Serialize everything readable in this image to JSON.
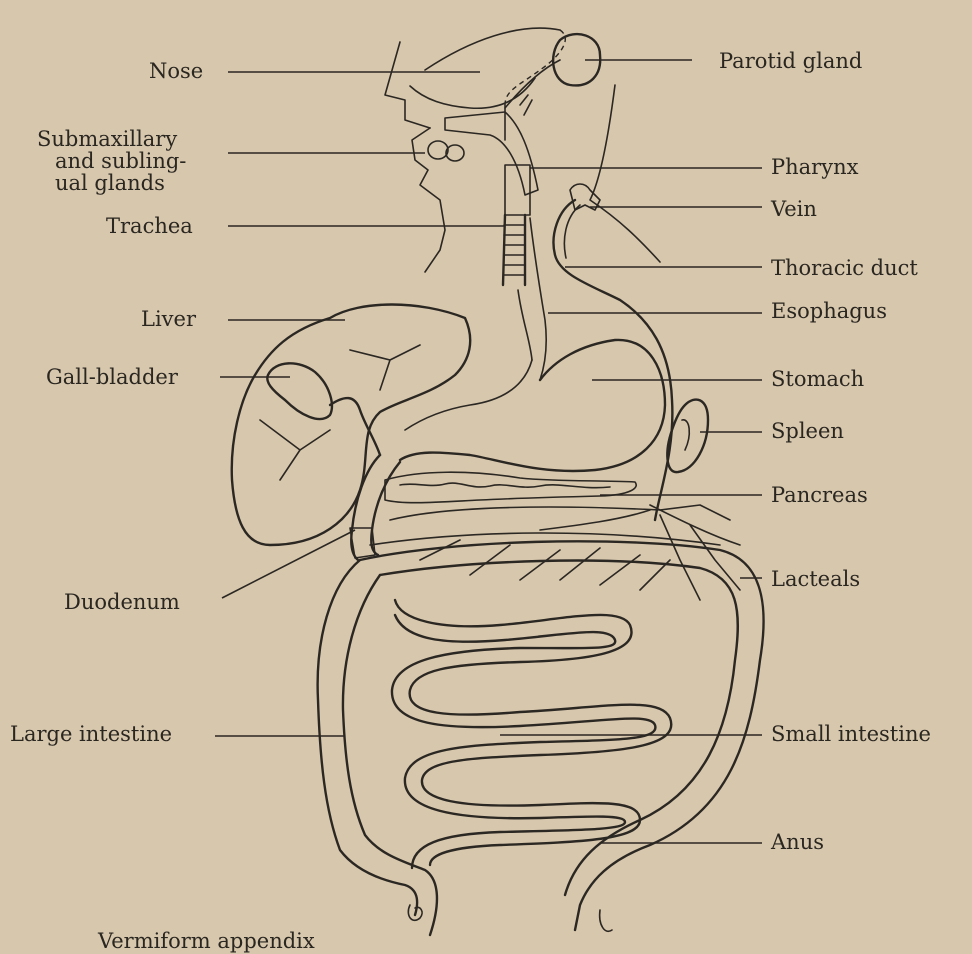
{
  "labels": {
    "nose": "Nose",
    "submaxillary_1": "Submaxillary",
    "submaxillary_2": "and subling-",
    "submaxillary_3": "ual glands",
    "trachea": "Trachea",
    "liver": "Liver",
    "gall_bladder": "Gall-bladder",
    "duodenum": "Duodenum",
    "large_intestine": "Large intestine",
    "vermiform_appendix": "Vermiform appendix",
    "parotid_gland": "Parotid gland",
    "pharynx": "Pharynx",
    "vein": "Vein",
    "thoracic_duct": "Thoracic duct",
    "esophagus": "Esophagus",
    "stomach": "Stomach",
    "spleen": "Spleen",
    "pancreas": "Pancreas",
    "lacteals": "Lacteals",
    "small_intestine": "Small intestine",
    "anus": "Anus"
  },
  "colors": {
    "paper": "#d7c7ad",
    "ink": "#2b2722"
  }
}
